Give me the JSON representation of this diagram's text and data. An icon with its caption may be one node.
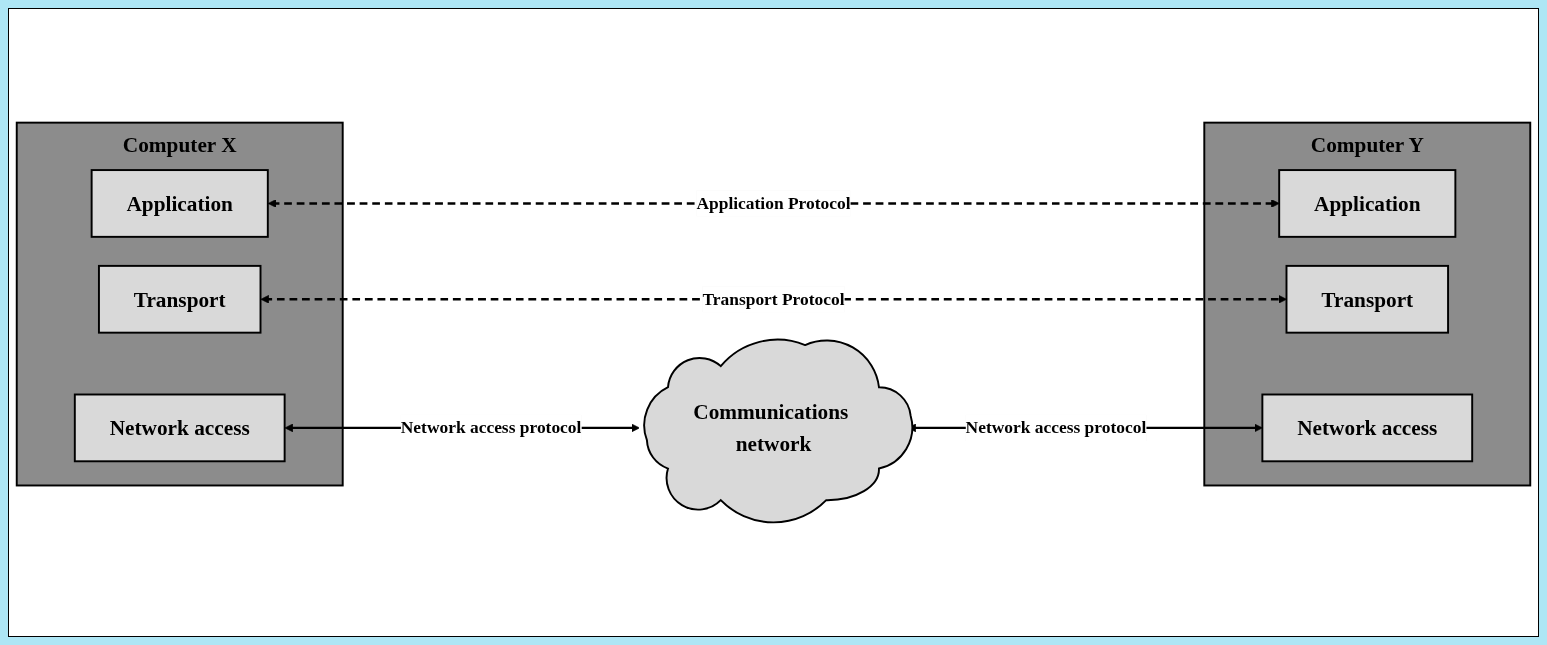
{
  "diagram": {
    "nodes": [
      {
        "text": [
          "Computer X"
        ]
      },
      {
        "text": [
          "Application"
        ],
        "in": 0
      },
      {
        "text": [
          "Transport"
        ],
        "in": 0
      },
      {
        "text": [
          "Network access"
        ],
        "in": 0
      },
      {
        "text": [
          "Computer Y"
        ]
      },
      {
        "text": [
          "Application"
        ],
        "in": 4
      },
      {
        "text": [
          "Transport"
        ],
        "in": 4
      },
      {
        "text": [
          "Network access"
        ],
        "in": 4
      },
      {
        "text": [
          "Communications network"
        ]
      }
    ],
    "edges": [
      {
        "from": 1,
        "to": 5,
        "arrow": "both",
        "style": "dashed",
        "label": "Application Protocol"
      },
      {
        "from": 2,
        "to": 6,
        "arrow": "both",
        "style": "dashed",
        "label": "Transport Protocol"
      },
      {
        "from": 3,
        "to": 8,
        "arrow": "both",
        "label": "Network access protocol"
      },
      {
        "from": 8,
        "to": 7,
        "arrow": "both",
        "label": "Network access protocol"
      }
    ]
  }
}
